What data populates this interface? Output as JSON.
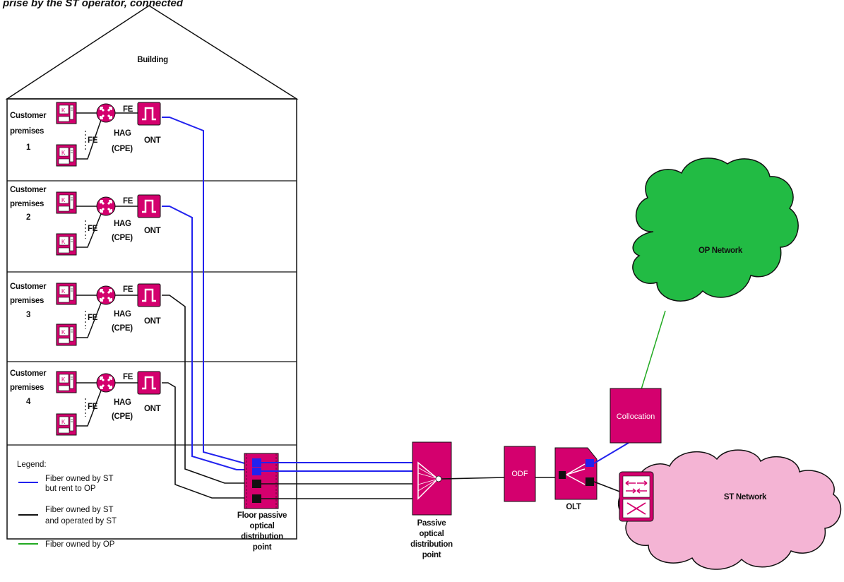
{
  "caption": "prise by the ST operator, connected",
  "building": {
    "title": "Building"
  },
  "floors": [
    {
      "label_line1": "Customer",
      "label_line2": "premises",
      "number": "1"
    },
    {
      "label_line1": "Customer",
      "label_line2": "premises",
      "number": "2"
    },
    {
      "label_line1": "Customer",
      "label_line2": "premises",
      "number": "3"
    },
    {
      "label_line1": "Customer",
      "label_line2": "premises",
      "number": "4"
    }
  ],
  "labels": {
    "fe": "FE",
    "hag": "HAG",
    "cpe": "(CPE)",
    "ont": "ONT",
    "floor_point": [
      "Floor passive",
      "optical",
      "distribution",
      "point"
    ],
    "pod_point": [
      "Passive",
      "optical",
      "distribution",
      "point"
    ],
    "odf": "ODF",
    "olt": "OLT",
    "collocation": "Collocation",
    "op_network": "OP Network",
    "st_network": "ST Network"
  },
  "legend": {
    "title": "Legend:",
    "items": [
      {
        "line1": "Fiber owned by ST",
        "line2": "but rent to OP",
        "color": "#2222ee"
      },
      {
        "line1": "Fiber owned by ST",
        "line2": "and operated by ST",
        "color": "#111111"
      },
      {
        "line1": "Fiber owned by OP",
        "line2": "",
        "color": "#22aa22"
      }
    ]
  },
  "colors": {
    "magenta": "#d4006e",
    "op_cloud": "#22bb44",
    "st_cloud": "#f4b4d4",
    "fiber_blue": "#2222ee",
    "fiber_black": "#111111",
    "fiber_green": "#22aa22"
  }
}
